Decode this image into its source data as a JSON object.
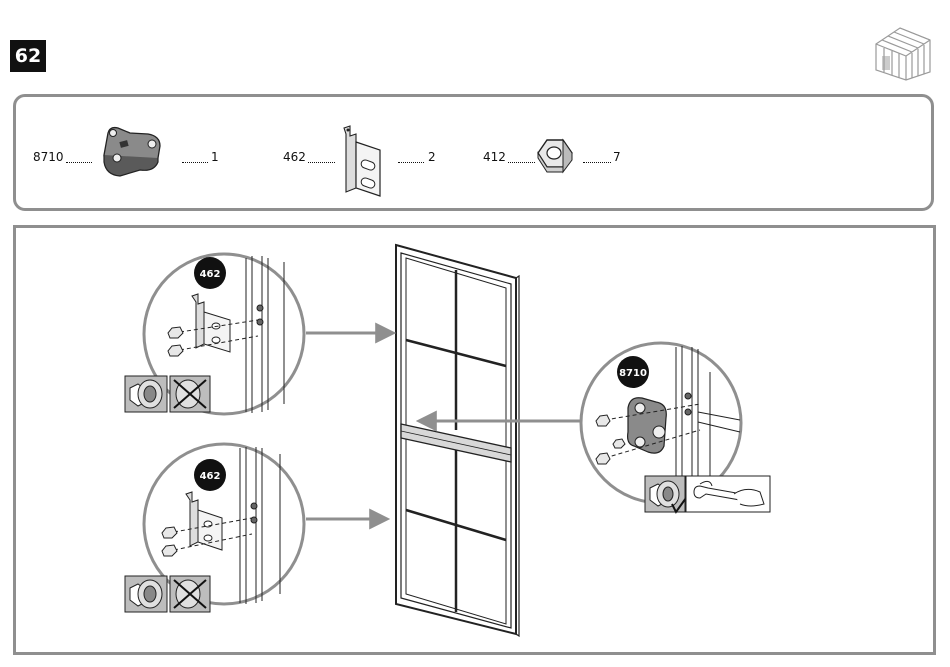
{
  "step": {
    "number": "62"
  },
  "header": {
    "icon": "greenhouse-icon"
  },
  "parts": [
    {
      "code": "8710",
      "qty": "1",
      "icon": "bracket-plate-icon"
    },
    {
      "code": "462",
      "qty": "2",
      "icon": "l-bracket-icon"
    },
    {
      "code": "412",
      "qty": "7",
      "icon": "hex-nut-icon"
    }
  ],
  "details": [
    {
      "part_code": "462",
      "position": "upper-left"
    },
    {
      "part_code": "462",
      "position": "lower-left"
    },
    {
      "part_code": "8710",
      "position": "right"
    }
  ],
  "tools": [
    "socket-icon",
    "no-drill-icon",
    "wrench-icon"
  ]
}
